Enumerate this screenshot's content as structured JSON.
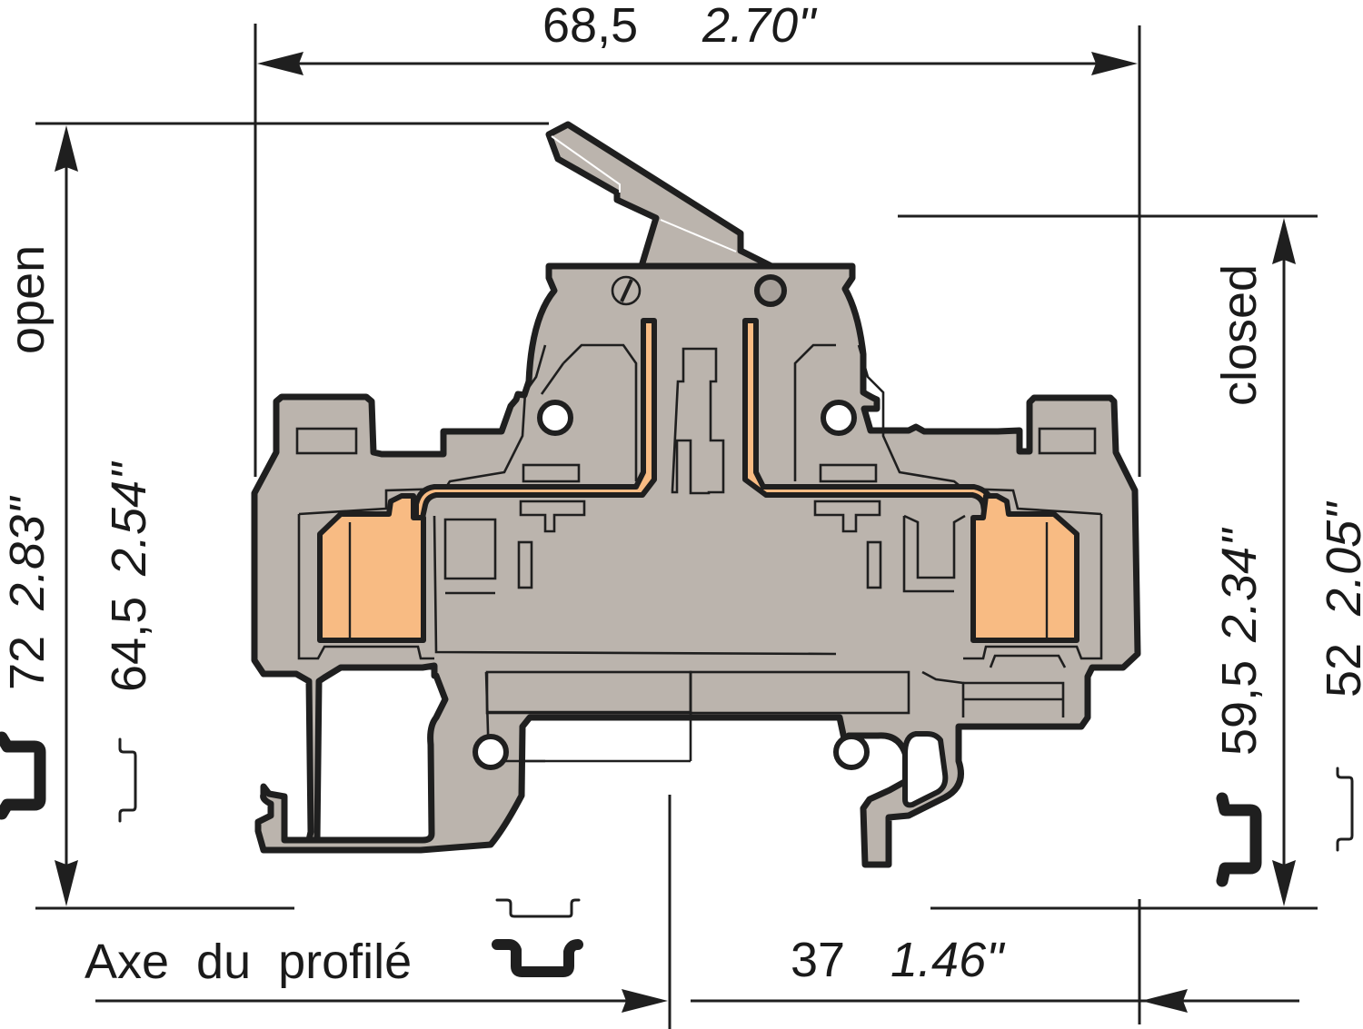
{
  "drawing": {
    "subject": "fuse terminal block with hinged lever (side view)",
    "colors": {
      "housing": "#bbb4ad",
      "copper": "#f8bb83",
      "outline": "#1f1f1f",
      "background": "#ffffff"
    }
  },
  "dimensions": {
    "width_total": {
      "mm": "68,5",
      "inch": "2.70\""
    },
    "height_open": {
      "mm": "72",
      "inch": "2.83\"",
      "label": "open"
    },
    "height_open_inner": {
      "mm": "64,5",
      "inch": "2.54\""
    },
    "height_closed": {
      "mm": "59,5",
      "inch": "2.34\"",
      "label": "closed"
    },
    "height_closed_inner": {
      "mm": "52",
      "inch": "2.05\""
    },
    "rail_offset": {
      "mm": "37",
      "inch": "1.46\""
    }
  },
  "labels": {
    "rail_axis": "Axe  du  profilé"
  },
  "icons": {
    "din_rail_large": "din-rail-35x15-icon",
    "din_rail_small": "din-rail-35x7.5-icon"
  }
}
